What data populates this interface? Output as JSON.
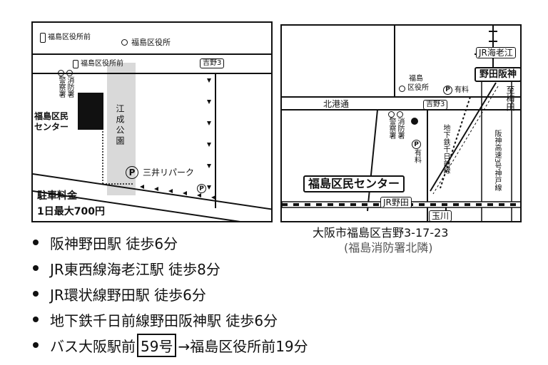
{
  "left_map": {
    "bus_stop_top": "福島区役所前",
    "ward_office": "福島区役所",
    "bus_stop_mid": "福島区役所前",
    "yoshino_sign": "吉野3",
    "police": "警察署",
    "fire": "消防署",
    "center_name": "福島区民センター",
    "park": "江成公園",
    "parking_name": "三井リパーク",
    "parking_symbol": "P",
    "fee_title": "駐車料金",
    "fee_detail": "1日最大700円"
  },
  "right_map": {
    "jr_ebie": "JR海老江",
    "noda_hanshin": "野田阪神",
    "to_umeda": "至梅田",
    "ward_office_lines": [
      "福島",
      "区役所"
    ],
    "parking_paid": "有料",
    "parking_symbol": "P",
    "kitako_dori": "北港通",
    "yoshino_sign": "吉野3",
    "police": "警察署",
    "fire": "消防署",
    "parking_paid2": "有料",
    "subway_line": "地下鉄千日前線",
    "hanshin_expressway": "阪神高速3号神戸線",
    "center_name": "福島区民センター",
    "jr_noda": "JR野田",
    "tamagawa": "玉川"
  },
  "address": "大阪市福島区吉野3-17-23",
  "address_note": "(福島消防署北隣)",
  "access": [
    {
      "text": "阪神野田駅 徒歩6分"
    },
    {
      "text": "JR東西線海老江駅 徒歩8分"
    },
    {
      "text": "JR環状線野田駅 徒歩6分"
    },
    {
      "text": "地下鉄千日前線野田阪神駅 徒歩6分"
    },
    {
      "pre": "バス大阪駅前",
      "bus_number": "59号",
      "post": "→福島区役所前19分"
    }
  ]
}
